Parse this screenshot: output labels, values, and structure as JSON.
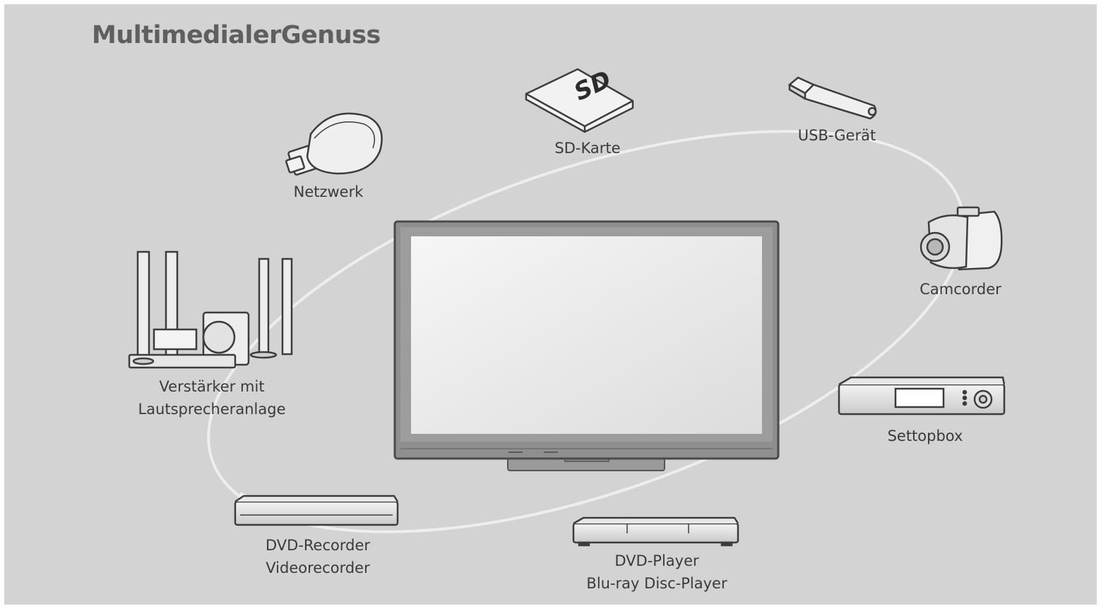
{
  "title": "MultimedialerGenuss",
  "devices": {
    "network": {
      "label": "Netzwerk",
      "icon": "wireless-adapter-icon"
    },
    "sd_card": {
      "label": "SD-Karte",
      "icon": "sd-card-icon"
    },
    "usb": {
      "label": "USB-Gerät",
      "icon": "usb-stick-icon"
    },
    "camcorder": {
      "label": "Camcorder",
      "icon": "camcorder-icon"
    },
    "settopbox": {
      "label": "Settopbox",
      "icon": "settopbox-icon"
    },
    "amplifier": {
      "line1": "Verstärker mit",
      "line2": "Lautsprecheranlage",
      "icon": "speaker-system-icon"
    },
    "dvd_recorder": {
      "line1": "DVD-Recorder",
      "line2": "Videorecorder",
      "icon": "dvd-recorder-icon"
    },
    "dvd_player": {
      "line1": "DVD-Player",
      "line2": "Blu-ray Disc-Player",
      "icon": "dvd-player-icon"
    },
    "tv": {
      "icon": "tv-icon"
    }
  },
  "colors": {
    "background": "#d3d3d3",
    "title": "#5f5f5f",
    "orbit": "#ededed",
    "device_stroke": "#3c3c3c"
  }
}
